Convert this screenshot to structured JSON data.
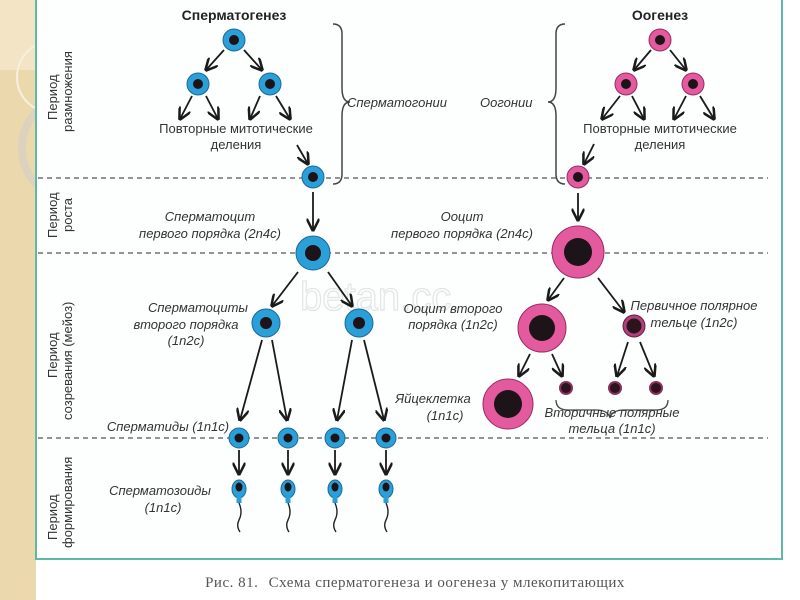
{
  "titles": {
    "spermatogenesis": "Сперматогенез",
    "oogenesis": "Оогенез"
  },
  "periods": [
    {
      "line1": "Период",
      "line2": "размножения"
    },
    {
      "line1": "Период",
      "line2": "роста"
    },
    {
      "line1": "Период",
      "line2": "созревания (мейоз)"
    },
    {
      "line1": "Период",
      "line2": "формирования"
    }
  ],
  "labels": {
    "sperm_mitosis_1": "Повторные митотические",
    "sperm_mitosis_2": "деления",
    "oo_mitosis_1": "Повторные митотические",
    "oo_mitosis_2": "деления",
    "spermatogonia": "Сперматогонии",
    "oogonia": "Оогонии",
    "spermatocyte1_1": "Сперматоцит",
    "spermatocyte1_2": "первого порядка (2n4c)",
    "oocyte1_1": "Ооцит",
    "oocyte1_2": "первого порядка (2n4c)",
    "spermatocyte2_1": "Сперматоциты",
    "spermatocyte2_2": "второго порядка",
    "spermatocyte2_3": "(1n2c)",
    "oocyte2_1": "Ооцит второго",
    "oocyte2_2": "порядка (1n2c)",
    "polar1_1": "Первичное полярное",
    "polar1_2": "тельце (1n2c)",
    "egg_1": "Яйцеклетка",
    "egg_2": "(1n1c)",
    "polar2_1": "Вторичные полярные",
    "polar2_2": "тельца (1n1c)",
    "spermatids": "Сперматиды (1n1c)",
    "spermatozoa_1": "Сперматозоиды",
    "spermatozoa_2": "(1n1c)"
  },
  "watermark": "betan.cc",
  "caption": {
    "fig": "Рис. 81.",
    "text": "Схема сперматогенеза и оогенеза у млекопитающих"
  },
  "colors": {
    "sperm_cell": "#2a9fd8",
    "egg_cell": "#e35a9e",
    "nucleus": "#1c1418",
    "frame": "#5fb8a3"
  }
}
